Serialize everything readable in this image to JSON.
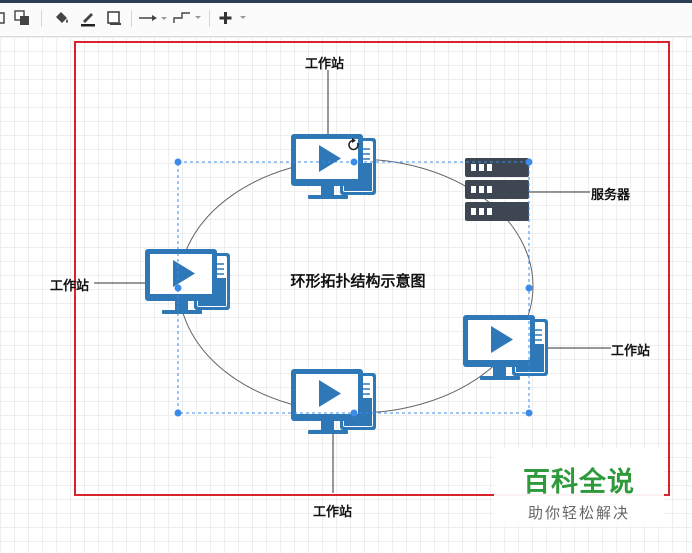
{
  "toolbar": {
    "tools": [
      "to-front-icon",
      "fill-color-icon",
      "line-color-icon",
      "shadow-icon",
      "connection-icon",
      "waypoints-icon",
      "insert-icon"
    ]
  },
  "diagram": {
    "title": "环形拓扑结构示意图",
    "labels": {
      "top": "工作站",
      "left": "工作站",
      "right": "工作站",
      "bottom": "工作站",
      "server": "服务器"
    }
  },
  "watermark": {
    "brand": "百科全说",
    "slogan": "助你轻松解决"
  },
  "colors": {
    "icon_blue": "#2f78b7",
    "server_dark": "#3e4751",
    "frame_red": "#d9232d",
    "selection_blue": "#3d8be8",
    "brand_green": "#2f9a3c"
  }
}
